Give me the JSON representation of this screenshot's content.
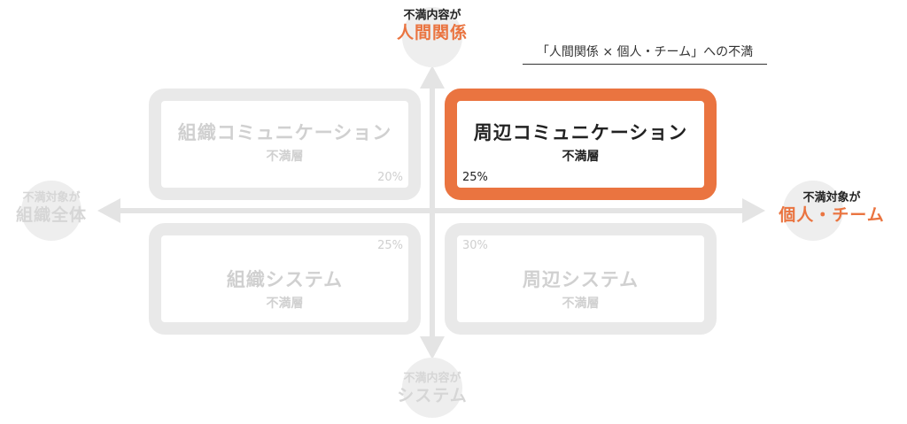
{
  "colors": {
    "accent": "#ea7440",
    "muted_text": "#d0d0d0",
    "quadrant_border": "#e9e9e9",
    "axis": "#e4e4e4",
    "dark_text": "#222222"
  },
  "axes": {
    "top": {
      "small": "不満内容が",
      "big": "人間関係"
    },
    "bottom": {
      "small": "不満内容が",
      "big": "システム"
    },
    "left": {
      "small": "不満対象が",
      "big": "組織全体"
    },
    "right": {
      "small": "不満対象が",
      "big": "個人・チーム"
    }
  },
  "caption": "「人間関係 × 個人・チーム」への不満",
  "quadrants": {
    "top_left": {
      "title": "組織コミュニケーション",
      "sub": "不満層",
      "percent": "20%"
    },
    "top_right": {
      "title": "周辺コミュニケーション",
      "sub": "不満層",
      "percent": "25%",
      "highlighted": true
    },
    "bottom_left": {
      "title": "組織システム",
      "sub": "不満層",
      "percent": "25%"
    },
    "bottom_right": {
      "title": "周辺システム",
      "sub": "不満層",
      "percent": "30%"
    }
  }
}
